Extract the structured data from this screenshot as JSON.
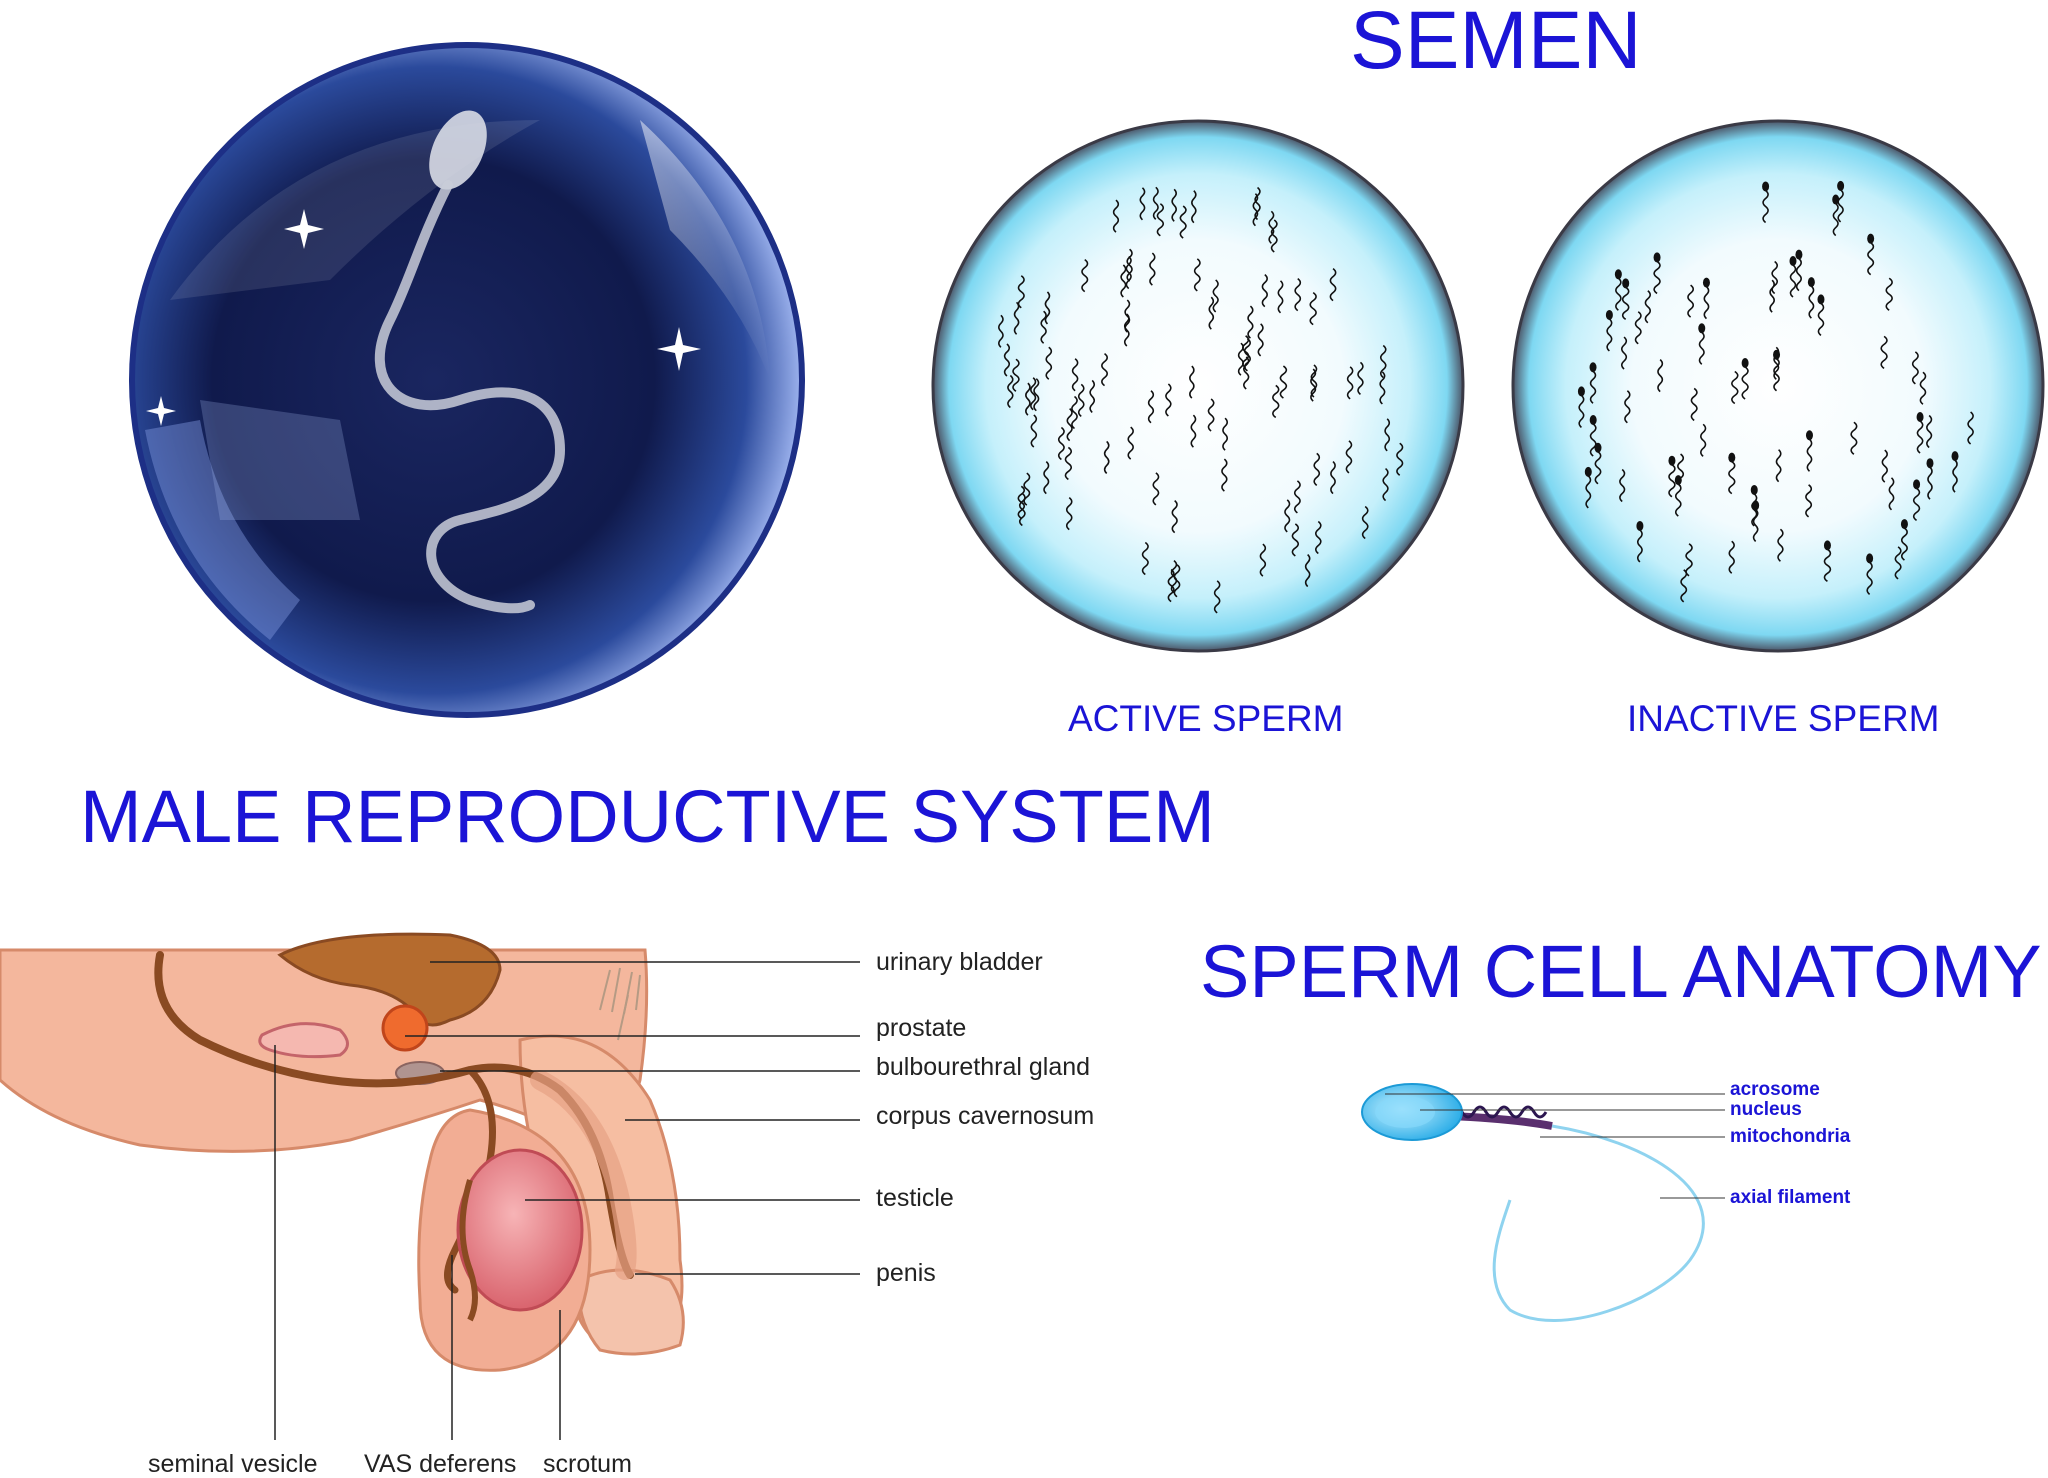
{
  "titles": {
    "semen": "SEMEN",
    "male_system": "MALE REPRODUCTIVE SYSTEM",
    "cell_anatomy": "SPERM CELL ANATOMY"
  },
  "semen": {
    "active_label": "ACTIVE SPERM",
    "inactive_label": "INACTIVE SPERM"
  },
  "male_system": {
    "labels": {
      "urinary_bladder": "urinary bladder",
      "prostate": "prostate",
      "bulbourethral_gland": "bulbourethral gland",
      "corpus_cavernosum": "corpus cavernosum",
      "testicle": "testicle",
      "penis": "penis",
      "seminal_vesicle": "seminal vesicle",
      "vas_deferens": "VAS deferens",
      "scrotum": "scrotum"
    }
  },
  "cell_anatomy": {
    "labels": {
      "acrosome": "acrosome",
      "nucleus": "nucleus",
      "mitochondria": "mitochondria",
      "axial_filament": "axial filament"
    }
  },
  "colors": {
    "title_blue": "#1b14d6",
    "orb_dark": "#0b1640",
    "orb_light": "#b8c6f0",
    "dish_glow": "#8fe3f7",
    "dish_rim": "#3a3a46",
    "skin": "#f2b49a",
    "duct": "#8a4a22",
    "testicle": "#e6828a",
    "cell_head": "#42bfee"
  }
}
